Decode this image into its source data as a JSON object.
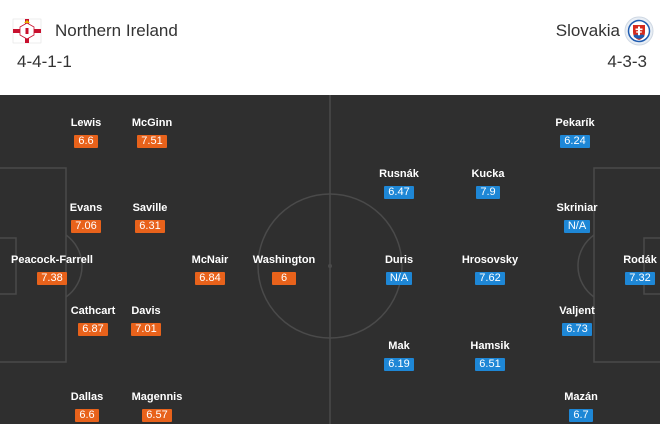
{
  "home": {
    "name": "Northern Ireland",
    "formation": "4-4-1-1",
    "flag_icon": "northern-ireland-flag-icon",
    "rating_color": "#e8621b",
    "players": [
      {
        "name": "Lewis",
        "rating": "6.6"
      },
      {
        "name": "McGinn",
        "rating": "7.51"
      },
      {
        "name": "Evans",
        "rating": "7.06"
      },
      {
        "name": "Saville",
        "rating": "6.31"
      },
      {
        "name": "Peacock-Farrell",
        "rating": "7.38"
      },
      {
        "name": "McNair",
        "rating": "6.84"
      },
      {
        "name": "Washington",
        "rating": "6"
      },
      {
        "name": "Cathcart",
        "rating": "6.87"
      },
      {
        "name": "Davis",
        "rating": "7.01"
      },
      {
        "name": "Dallas",
        "rating": "6.6"
      },
      {
        "name": "Magennis",
        "rating": "6.57"
      }
    ]
  },
  "away": {
    "name": "Slovakia",
    "formation": "4-3-3",
    "flag_icon": "slovakia-flag-icon",
    "rating_color": "#1e87d6",
    "players": [
      {
        "name": "Pekarík",
        "rating": "6.24"
      },
      {
        "name": "Rusnák",
        "rating": "6.47"
      },
      {
        "name": "Kucka",
        "rating": "7.9"
      },
      {
        "name": "Skriniar",
        "rating": "N/A"
      },
      {
        "name": "Duris",
        "rating": "N/A"
      },
      {
        "name": "Hrosovsky",
        "rating": "7.62"
      },
      {
        "name": "Rodák",
        "rating": "7.32"
      },
      {
        "name": "Valjent",
        "rating": "6.73"
      },
      {
        "name": "Mak",
        "rating": "6.19"
      },
      {
        "name": "Hamsik",
        "rating": "6.51"
      },
      {
        "name": "Mazán",
        "rating": "6.7"
      }
    ]
  },
  "pitch": {
    "background_color": "#2f2f2f",
    "line_color": "#4a4a4a"
  }
}
